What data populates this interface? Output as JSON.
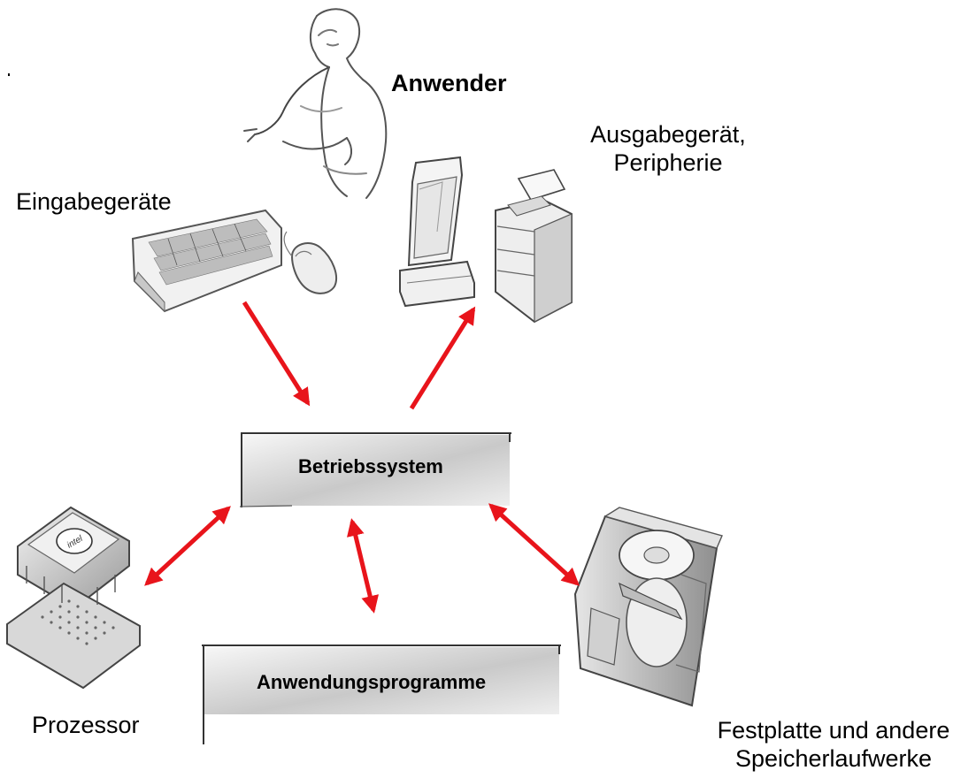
{
  "labels": {
    "user": "Anwender",
    "output_line1": "Ausgabegerät,",
    "output_line2": "Peripherie",
    "input": "Eingabegeräte",
    "os": "Betriebssystem",
    "apps": "Anwendungsprogramme",
    "cpu": "Prozessor",
    "storage_line1": "Festplatte und andere",
    "storage_line2": "Speicherlaufwerke"
  },
  "icons": {
    "user": "user-sketch-icon",
    "input": "keyboard-mouse-icon",
    "output": "monitor-printer-icon",
    "cpu": "processor-chip-icon",
    "storage": "hard-drive-icon"
  },
  "colors": {
    "arrow": "#e8141b",
    "ink": "#000000"
  }
}
